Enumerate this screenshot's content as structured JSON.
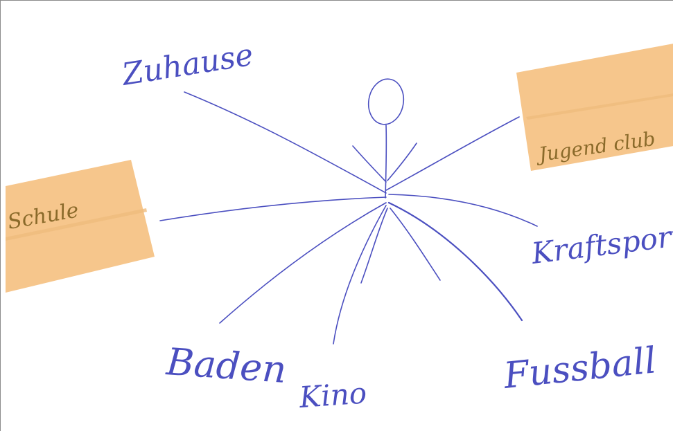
{
  "center_node": {
    "icon": "stick-figure-person-icon"
  },
  "nodes": {
    "zuhause": "Zuhause",
    "jugendclub": "Jugend club",
    "schule": "Schule",
    "kraftsport": "Kraftsport",
    "baden": "Baden",
    "kino": "Kino",
    "fussball": "Fussball"
  },
  "colors": {
    "ink": "#4b4fc0",
    "sticky_note": "#f6c68c",
    "sticky_note_shadow": "#e9b270",
    "sticky_ink": "#8a6a2a"
  }
}
